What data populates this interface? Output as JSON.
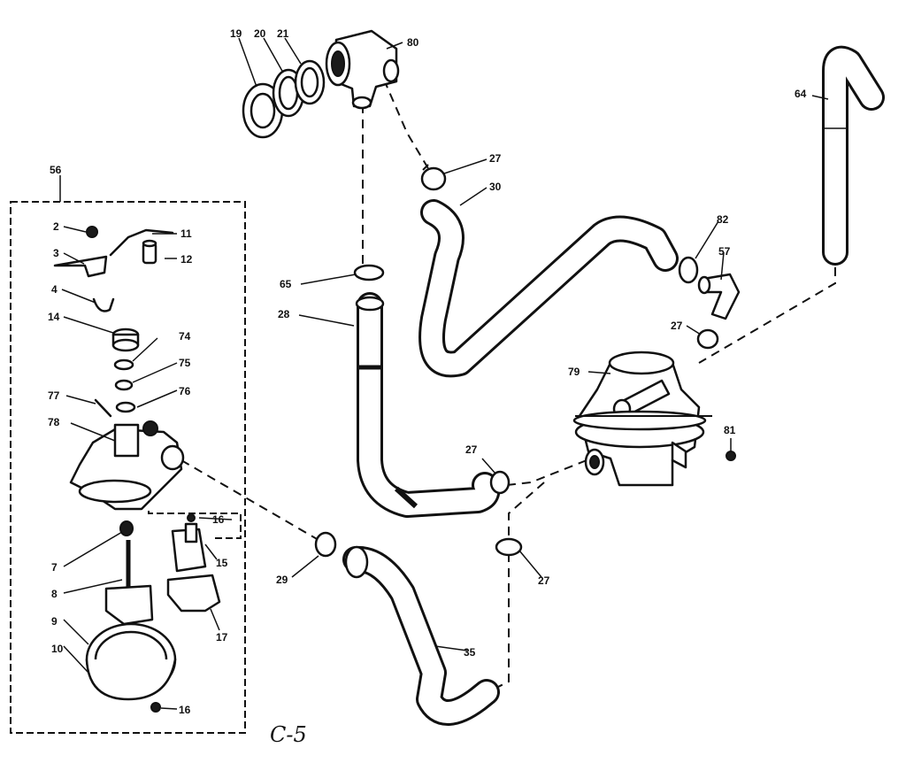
{
  "diagram": {
    "callouts": {
      "p19": "19",
      "p20": "20",
      "p21": "21",
      "p80": "80",
      "p64": "64",
      "p56": "56",
      "p27a": "27",
      "p30": "30",
      "p82": "82",
      "p57": "57",
      "p27b": "27",
      "p2": "2",
      "p11": "11",
      "p3": "3",
      "p12": "12",
      "p4": "4",
      "p65": "65",
      "p28": "28",
      "p14": "14",
      "p74": "74",
      "p75": "75",
      "p79": "79",
      "p77": "77",
      "p76": "76",
      "p78": "78",
      "p81": "81",
      "p27c": "27",
      "p16a": "16",
      "p7": "7",
      "p15": "15",
      "p29": "29",
      "p27d": "27",
      "p8": "8",
      "p17": "17",
      "p9": "9",
      "p35": "35",
      "p10": "10",
      "p16b": "16"
    },
    "footer_mark": "C-5"
  }
}
